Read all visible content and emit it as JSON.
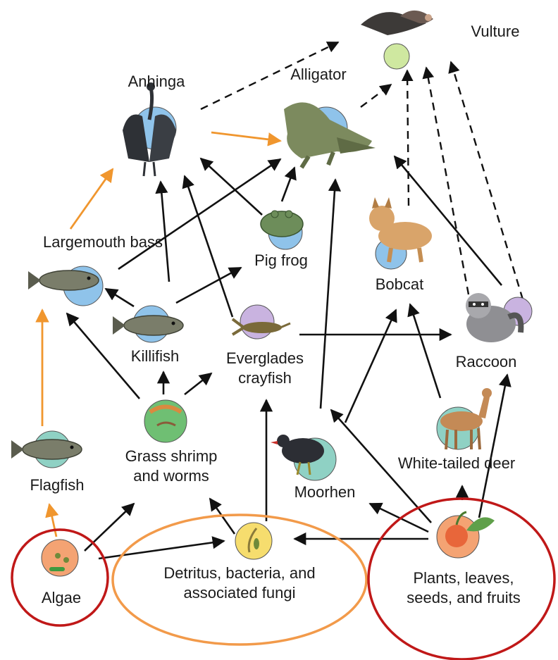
{
  "diagram": {
    "nodes": [
      {
        "id": "vulture",
        "label_lines": [
          "Vulture"
        ],
        "icon": "vulture-icon",
        "badge_color": "#cfe8a0"
      },
      {
        "id": "anhinga",
        "label_lines": [
          "Anhinga"
        ],
        "icon": "anhinga-icon",
        "badge_color": "#8fc3ea"
      },
      {
        "id": "alligator",
        "label_lines": [
          "Alligator"
        ],
        "icon": "alligator-icon",
        "badge_color": "#8fc3ea"
      },
      {
        "id": "largemouth_bass",
        "label_lines": [
          "Largemouth bass"
        ],
        "icon": "fish-icon",
        "badge_color": "#8fc3ea"
      },
      {
        "id": "pig_frog",
        "label_lines": [
          "Pig frog"
        ],
        "icon": "frog-icon",
        "badge_color": "#8fc3ea"
      },
      {
        "id": "bobcat",
        "label_lines": [
          "Bobcat"
        ],
        "icon": "bobcat-icon",
        "badge_color": "#8fc3ea"
      },
      {
        "id": "killifish",
        "label_lines": [
          "Killifish"
        ],
        "icon": "fish-icon",
        "badge_color": "#8fc3ea"
      },
      {
        "id": "everglades_crayfish",
        "label_lines": [
          "Everglades",
          "crayfish"
        ],
        "icon": "crayfish-icon",
        "badge_color": "#c9b3e0"
      },
      {
        "id": "raccoon",
        "label_lines": [
          "Raccoon"
        ],
        "icon": "raccoon-icon",
        "badge_color": "#c9b3e0"
      },
      {
        "id": "grass_shrimp",
        "label_lines": [
          "Grass shrimp",
          "and worms"
        ],
        "icon": "shrimp-icon",
        "badge_color": "#6fbf73"
      },
      {
        "id": "flagfish",
        "label_lines": [
          "Flagfish"
        ],
        "icon": "fish-icon",
        "badge_color": "#8fd1c4"
      },
      {
        "id": "moorhen",
        "label_lines": [
          "Moorhen"
        ],
        "icon": "moorhen-icon",
        "badge_color": "#8fd1c4"
      },
      {
        "id": "deer",
        "label_lines": [
          "White-tailed deer"
        ],
        "icon": "deer-icon",
        "badge_color": "#8fd1c4"
      },
      {
        "id": "algae",
        "label_lines": [
          "Algae"
        ],
        "icon": "algae-icon",
        "badge_color": "#f4a373"
      },
      {
        "id": "detritus",
        "label_lines": [
          "Detritus, bacteria, and",
          "associated fungi"
        ],
        "icon": "detritus-icon",
        "badge_color": "#f6dd6e"
      },
      {
        "id": "plants",
        "label_lines": [
          "Plants, leaves,",
          "seeds, and fruits"
        ],
        "icon": "plant-icon",
        "badge_color": "#f4a373"
      }
    ],
    "edges": [
      {
        "from": "algae",
        "to": "flagfish",
        "style": "orange"
      },
      {
        "from": "flagfish",
        "to": "largemouth_bass",
        "style": "orange"
      },
      {
        "from": "largemouth_bass",
        "to": "anhinga",
        "style": "orange"
      },
      {
        "from": "anhinga",
        "to": "alligator",
        "style": "orange"
      },
      {
        "from": "algae",
        "to": "grass_shrimp",
        "style": "solid"
      },
      {
        "from": "algae",
        "to": "detritus",
        "style": "solid"
      },
      {
        "from": "detritus",
        "to": "grass_shrimp",
        "style": "solid"
      },
      {
        "from": "detritus",
        "to": "everglades_crayfish",
        "style": "solid"
      },
      {
        "from": "plants",
        "to": "detritus",
        "style": "solid"
      },
      {
        "from": "plants",
        "to": "moorhen",
        "style": "solid"
      },
      {
        "from": "plants",
        "to": "deer",
        "style": "solid"
      },
      {
        "from": "plants",
        "to": "raccoon",
        "style": "solid"
      },
      {
        "from": "plants",
        "to": "everglades_crayfish",
        "style": "solid"
      },
      {
        "from": "grass_shrimp",
        "to": "killifish",
        "style": "solid"
      },
      {
        "from": "grass_shrimp",
        "to": "everglades_crayfish",
        "style": "solid"
      },
      {
        "from": "grass_shrimp",
        "to": "largemouth_bass",
        "style": "solid"
      },
      {
        "from": "killifish",
        "to": "largemouth_bass",
        "style": "solid"
      },
      {
        "from": "killifish",
        "to": "anhinga",
        "style": "solid"
      },
      {
        "from": "killifish",
        "to": "pig_frog",
        "style": "solid"
      },
      {
        "from": "everglades_crayfish",
        "to": "anhinga",
        "style": "solid"
      },
      {
        "from": "everglades_crayfish",
        "to": "raccoon",
        "style": "solid"
      },
      {
        "from": "largemouth_bass",
        "to": "alligator",
        "style": "solid"
      },
      {
        "from": "pig_frog",
        "to": "anhinga",
        "style": "solid"
      },
      {
        "from": "pig_frog",
        "to": "alligator",
        "style": "solid"
      },
      {
        "from": "moorhen",
        "to": "alligator",
        "style": "solid"
      },
      {
        "from": "moorhen",
        "to": "bobcat",
        "style": "solid"
      },
      {
        "from": "deer",
        "to": "bobcat",
        "style": "solid"
      },
      {
        "from": "raccoon",
        "to": "alligator",
        "style": "solid"
      },
      {
        "from": "anhinga",
        "to": "vulture",
        "style": "dashed"
      },
      {
        "from": "alligator",
        "to": "vulture",
        "style": "dashed"
      },
      {
        "from": "bobcat",
        "to": "vulture",
        "style": "dashed"
      },
      {
        "from": "raccoon",
        "to": "vulture",
        "style": "dashed"
      },
      {
        "from": "deer",
        "to": "vulture",
        "style": "dashed"
      }
    ],
    "highlights": [
      {
        "node": "algae",
        "color": "#c01818"
      },
      {
        "node": "detritus",
        "color": "#f29a4a"
      },
      {
        "node": "plants",
        "color": "#c01818"
      }
    ],
    "colors": {
      "solid_arrow": "#111111",
      "orange_arrow": "#f0962e",
      "dashed_arrow": "#111111"
    }
  }
}
